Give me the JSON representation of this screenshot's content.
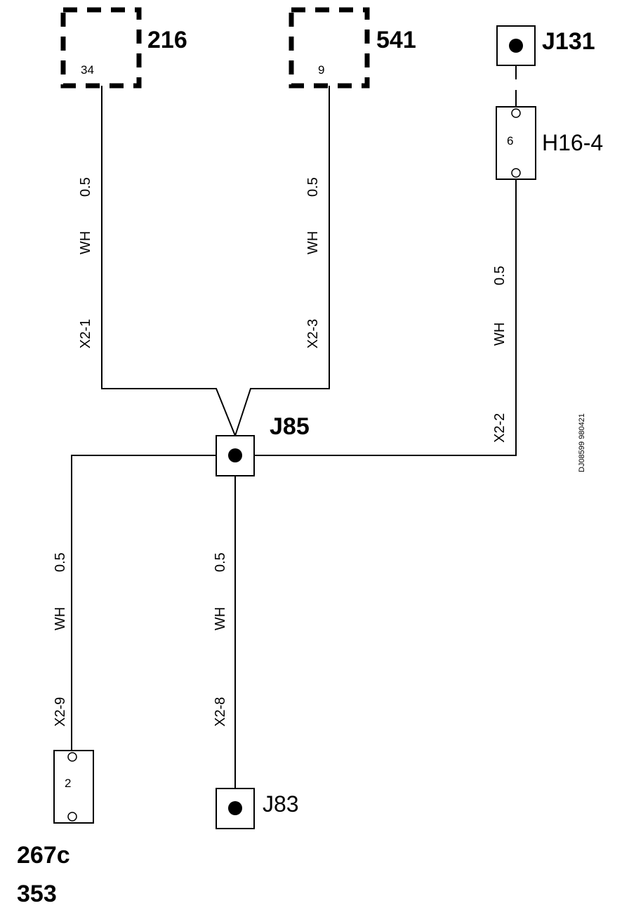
{
  "components": {
    "c216": {
      "id": "216",
      "pin": "34"
    },
    "c541": {
      "id": "541",
      "pin": "9"
    },
    "j131": {
      "id": "J131"
    },
    "h16_4": {
      "id": "H16-4",
      "pin": "6"
    },
    "j85": {
      "id": "J85"
    },
    "j83": {
      "id": "J83"
    },
    "c267": {
      "id_line1": "267c",
      "id_line2": "353",
      "pin": "2"
    }
  },
  "wires": {
    "w1": {
      "size": "0.5",
      "color": "WH",
      "terminal": "X2-1"
    },
    "w3": {
      "size": "0.5",
      "color": "WH",
      "terminal": "X2-3"
    },
    "w2": {
      "size": "0.5",
      "color": "WH",
      "terminal": "X2-2"
    },
    "w9": {
      "size": "0.5",
      "color": "WH",
      "terminal": "X2-9"
    },
    "w8": {
      "size": "0.5",
      "color": "WH",
      "terminal": "X2-8"
    }
  },
  "drawing_code": "DJ08599 980421"
}
